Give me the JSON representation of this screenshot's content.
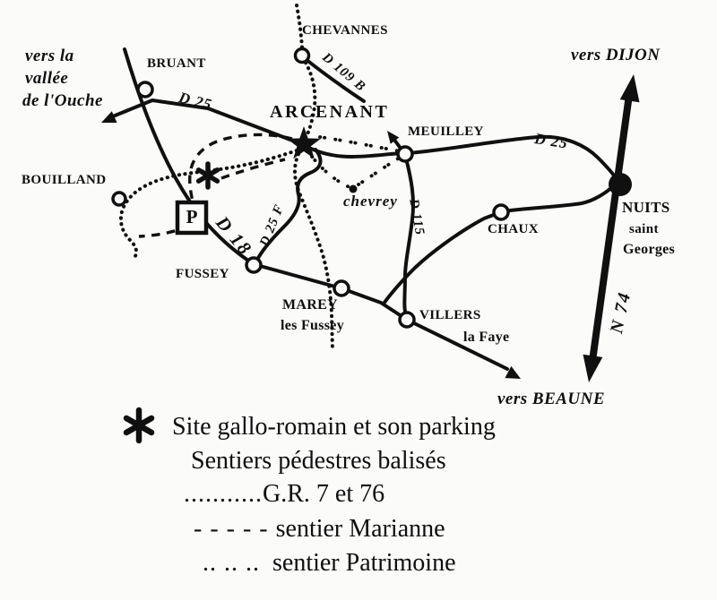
{
  "map": {
    "villages": {
      "chevannes": "CHEVANNES",
      "bruant": "BRUANT",
      "bouilland": "BOUILLAND",
      "arcenant": "ARCENANT",
      "meuilley": "MEUILLEY",
      "fussey": "FUSSEY",
      "marey_line1": "MAREY",
      "marey_line2": "les Fussey",
      "villers_line1": "VILLERS",
      "villers_line2": "la Faye",
      "chaux": "CHAUX",
      "nuits_line1": "NUITS",
      "nuits_line2": "saint",
      "nuits_line3": "Georges",
      "chevrey": "chevrey"
    },
    "directions": {
      "ouche_line1": "vers la",
      "ouche_line2": "vallée",
      "ouche_line3": "de l'Ouche",
      "dijon": "vers DIJON",
      "beaune": "vers BEAUNE"
    },
    "roads": {
      "d25_west": "D 25",
      "d109b": "D 109 B",
      "d25_east": "D 25",
      "d18": "D 18",
      "d25f": "D 25 F",
      "d115": "D 115",
      "n74": "N 74"
    },
    "parking_label": "P"
  },
  "legend": {
    "line1": "Site gallo-romain et son parking",
    "line2": "Sentiers pédestres balisés",
    "line3_symbol": "...........",
    "line3_label": "G.R. 7 et 76",
    "line4_symbol": "- - - - -",
    "line4_label": "sentier Marianne",
    "line5_symbol": ".. .. ..",
    "line5_label": "sentier Patrimoine"
  },
  "colors": {
    "ink": "#101010",
    "paper": "#fbfbfa"
  }
}
